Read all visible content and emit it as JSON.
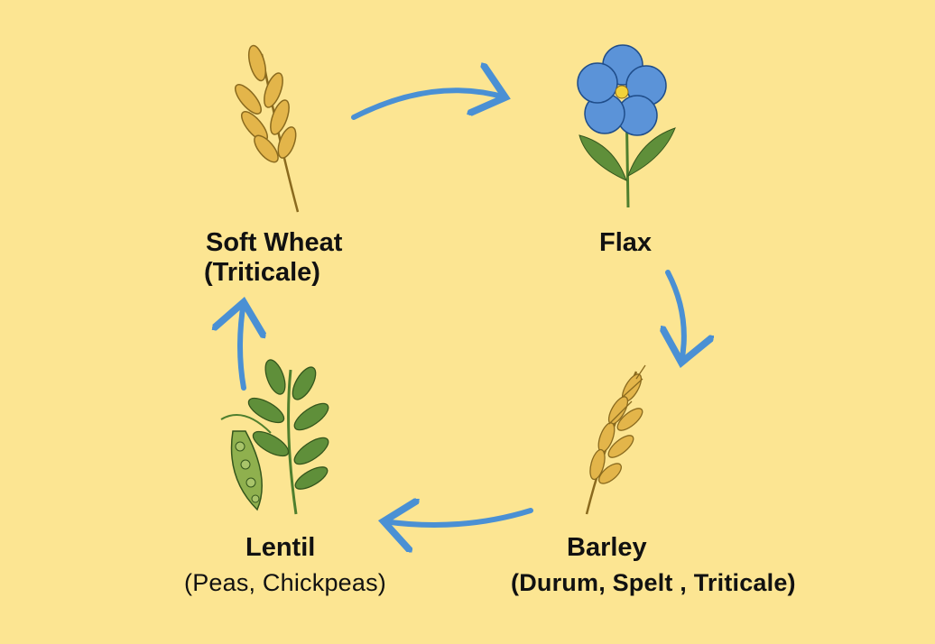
{
  "colors": {
    "background": "#fce592",
    "arrow": "#4a90d4",
    "grain": "#e3b54a",
    "leaf": "#5f8f3a",
    "flower": "#5b93d8"
  },
  "crops": [
    {
      "name": "Soft Wheat",
      "alternatives": "(Triticale)",
      "icon": "wheat-icon"
    },
    {
      "name": "Flax",
      "alternatives": "",
      "icon": "flax-flower-icon"
    },
    {
      "name": "Barley",
      "alternatives": "(Durum, Spelt , Triticale)",
      "icon": "barley-icon"
    },
    {
      "name": "Lentil",
      "alternatives": "(Peas, Chickpeas)",
      "icon": "lentil-plant-icon"
    }
  ]
}
